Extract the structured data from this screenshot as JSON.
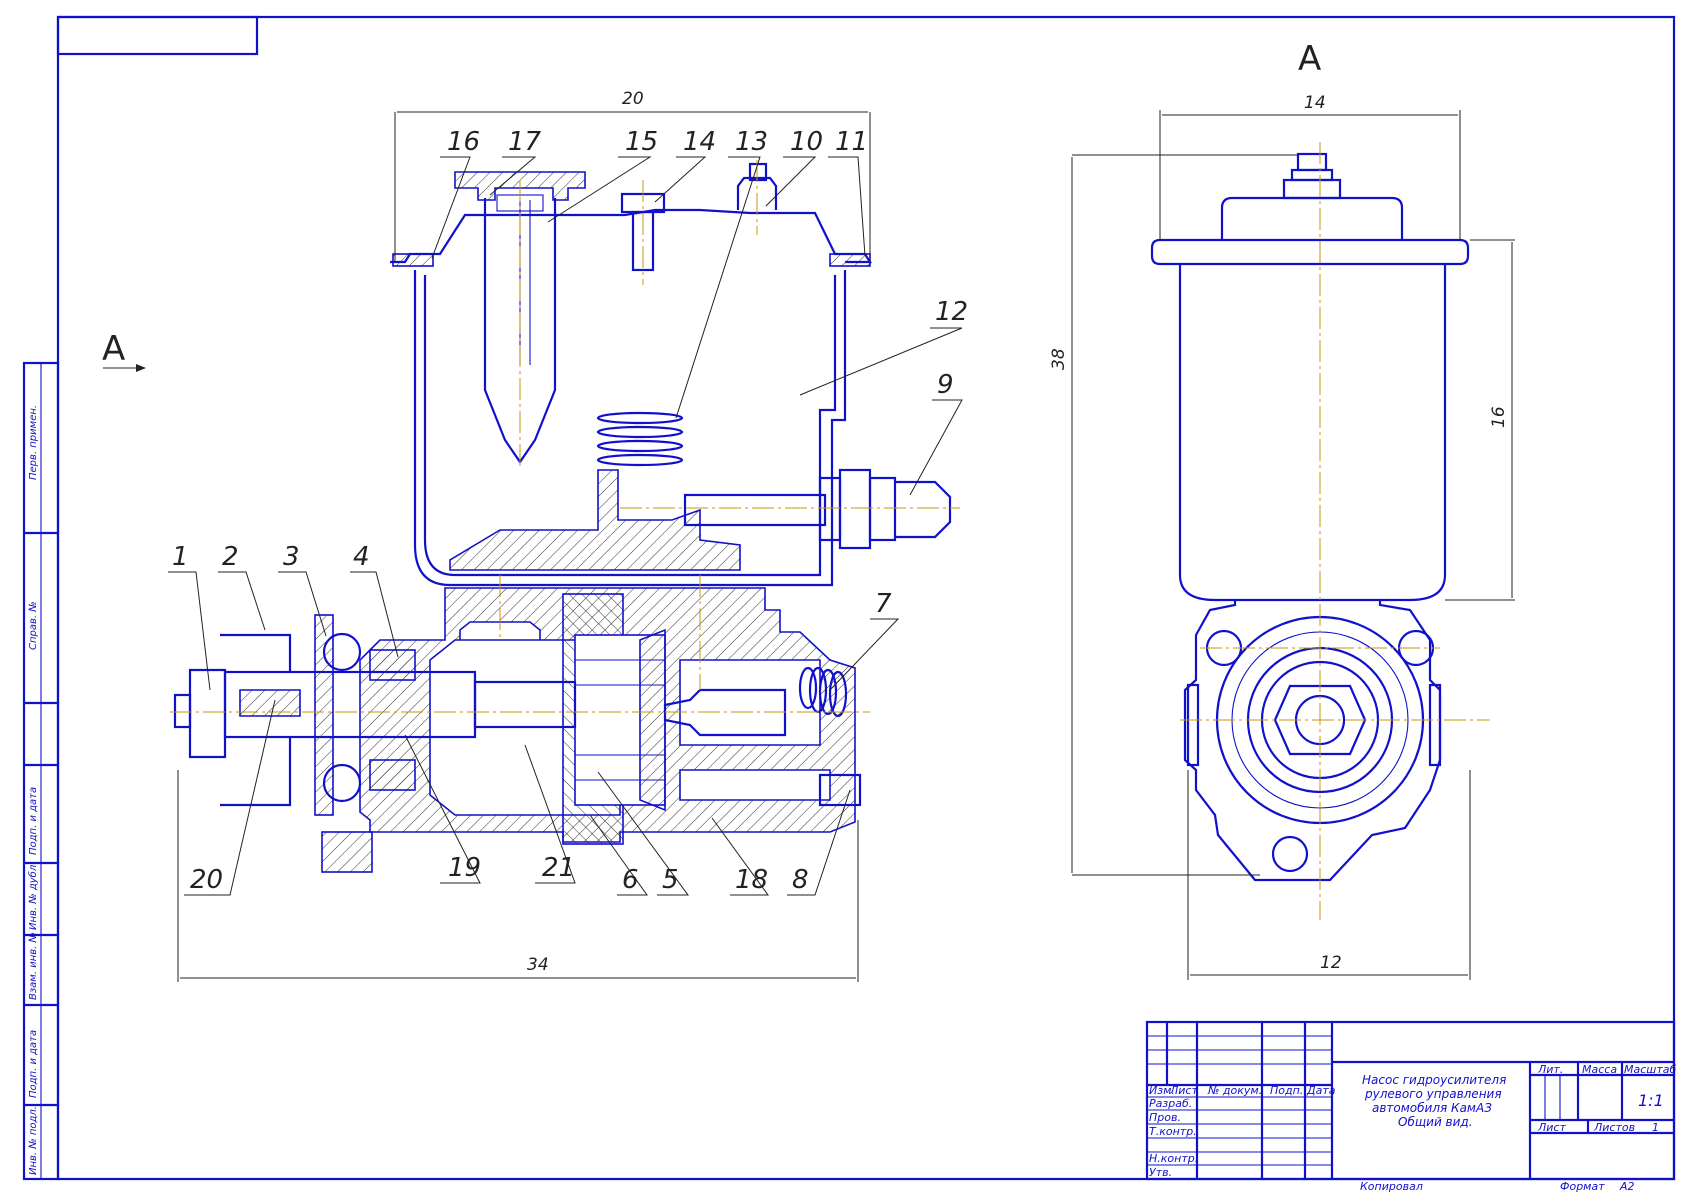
{
  "drawing": {
    "view_label": "А",
    "view_label_side": "А",
    "callouts": [
      "1",
      "2",
      "3",
      "4",
      "5",
      "6",
      "7",
      "8",
      "9",
      "10",
      "11",
      "12",
      "13",
      "14",
      "15",
      "16",
      "17",
      "18",
      "19",
      "20",
      "21"
    ],
    "dimensions": {
      "top_width": "20",
      "bottom_width": "34",
      "side_top_width": "14",
      "side_bottom_width": "12",
      "side_height": "38",
      "side_reservoir_height": "16"
    }
  },
  "side_strip": {
    "labels": [
      "Перв. примен.",
      "Справ. №",
      "Подп. и дата",
      "Инв. № дубл.",
      "Взам. инв. №",
      "Подп. и дата",
      "Инв. № подл."
    ]
  },
  "title_block": {
    "title_lines": [
      "Насос гидроусилителя",
      "рулевого управления",
      "автомобиля КамАЗ",
      "Общий вид."
    ],
    "col_headers": [
      "Изм.",
      "Лист",
      "№ докум.",
      "Подп.",
      "Дата"
    ],
    "rows": [
      "Разраб.",
      "Пров.",
      "Т.контр.",
      "Н.контр.",
      "Утв."
    ],
    "lit_label": "Лит.",
    "mass_label": "Масса",
    "scale_label": "Масштаб",
    "scale_value": "1:1",
    "sheet_label": "Лист",
    "sheets_label": "Листов",
    "sheets_value": "1",
    "copied_label": "Копировал",
    "format_label": "Формат",
    "format_value": "А2"
  }
}
